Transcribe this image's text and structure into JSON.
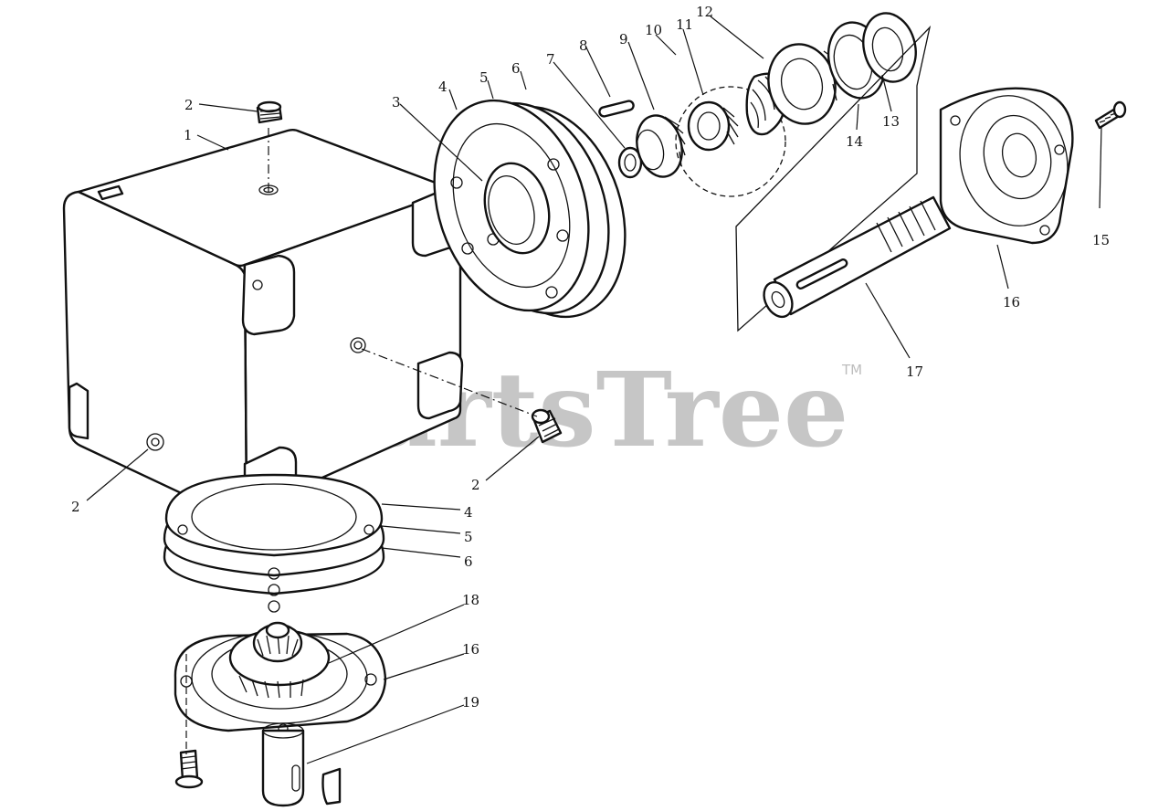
{
  "watermark": {
    "brand": "PartsTree",
    "trademark": "TM",
    "color": "#bdbdbd"
  },
  "callouts": [
    {
      "id": "c1",
      "text": "1"
    },
    {
      "id": "c2a",
      "text": "2"
    },
    {
      "id": "c2b",
      "text": "2"
    },
    {
      "id": "c2c",
      "text": "2"
    },
    {
      "id": "c3",
      "text": "3"
    },
    {
      "id": "c4a",
      "text": "4"
    },
    {
      "id": "c5a",
      "text": "5"
    },
    {
      "id": "c6a",
      "text": "6"
    },
    {
      "id": "c7",
      "text": "7"
    },
    {
      "id": "c8",
      "text": "8"
    },
    {
      "id": "c9",
      "text": "9"
    },
    {
      "id": "c10",
      "text": "10"
    },
    {
      "id": "c11",
      "text": "11"
    },
    {
      "id": "c12",
      "text": "12"
    },
    {
      "id": "c13",
      "text": "13"
    },
    {
      "id": "c14",
      "text": "14"
    },
    {
      "id": "c15",
      "text": "15"
    },
    {
      "id": "c16a",
      "text": "16"
    },
    {
      "id": "c17",
      "text": "17"
    },
    {
      "id": "c4b",
      "text": "4"
    },
    {
      "id": "c5b",
      "text": "5"
    },
    {
      "id": "c6b",
      "text": "6"
    },
    {
      "id": "c18",
      "text": "18"
    },
    {
      "id": "c16b",
      "text": "16"
    },
    {
      "id": "c19",
      "text": "19"
    }
  ]
}
